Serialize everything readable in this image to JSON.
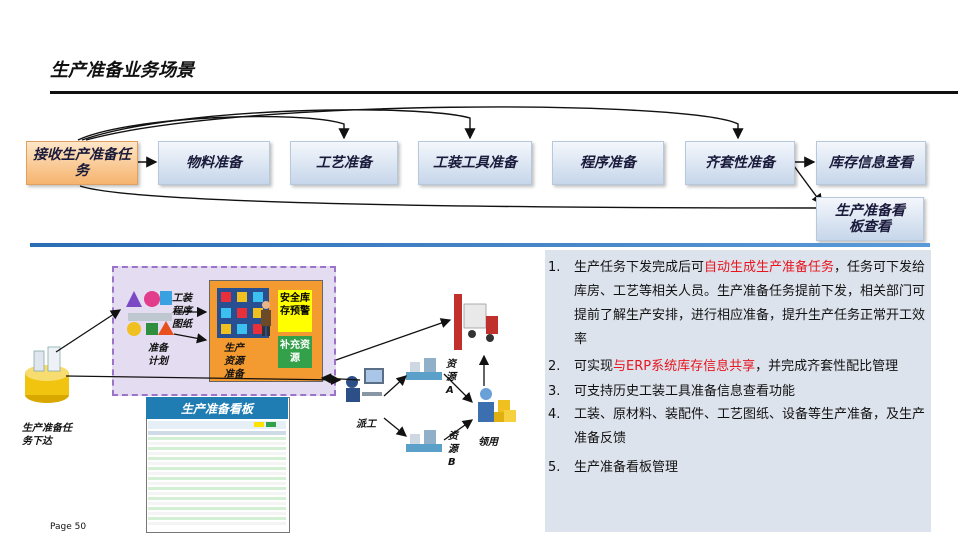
{
  "title": "生产准备业务场景",
  "flow": {
    "start": "接收生产准备任务",
    "steps": [
      "物料准备",
      "工艺准备",
      "工装工具准备",
      "程序准备",
      "齐套性准备"
    ],
    "end_top": "库存信息查看",
    "end_bottom": "生产准备看板查看"
  },
  "scene": {
    "task_issue": "生产准备任务下达",
    "tooling_drawing": "工装程序图纸",
    "prep_plan": "准备计划",
    "resource_prep": "生产资源准备",
    "safety_stock_alert": "安全库存预警",
    "replenish": "补充资源",
    "board_title": "生产准备看板",
    "dispatch": "派工",
    "resource_a": "资源A",
    "resource_b": "资源B",
    "pickup": "领用"
  },
  "points": [
    {
      "num": "1.",
      "pre": "生产任务下发完成后可",
      "hl": "自动生成生产准备任务",
      "post": "，任务可下发给库房、工艺等相关人员。生产准备任务提前下发，相关部门可提前了解生产安排，进行相应准备，提升生产任务正常开工效率"
    },
    {
      "num": "2.",
      "pre": "可实现",
      "hl": "与ERP系统库存信息共享",
      "post": "，并完成齐套性配比管理"
    },
    {
      "num": "3.",
      "pre": "可支持历史工装工具准备信息查看功能",
      "hl": "",
      "post": ""
    },
    {
      "num": "4.",
      "pre": "工装、原材料、装配件、工艺图纸、设备等生产准备，及生产准备反馈",
      "hl": "",
      "post": ""
    },
    {
      "num": "5.",
      "pre": "生产准备看板管理",
      "hl": "",
      "post": ""
    }
  ],
  "page": "Page 50",
  "colors": {
    "accent": "#2a6db3",
    "highlight": "#e8141e",
    "start_box": "#f6b46e"
  }
}
